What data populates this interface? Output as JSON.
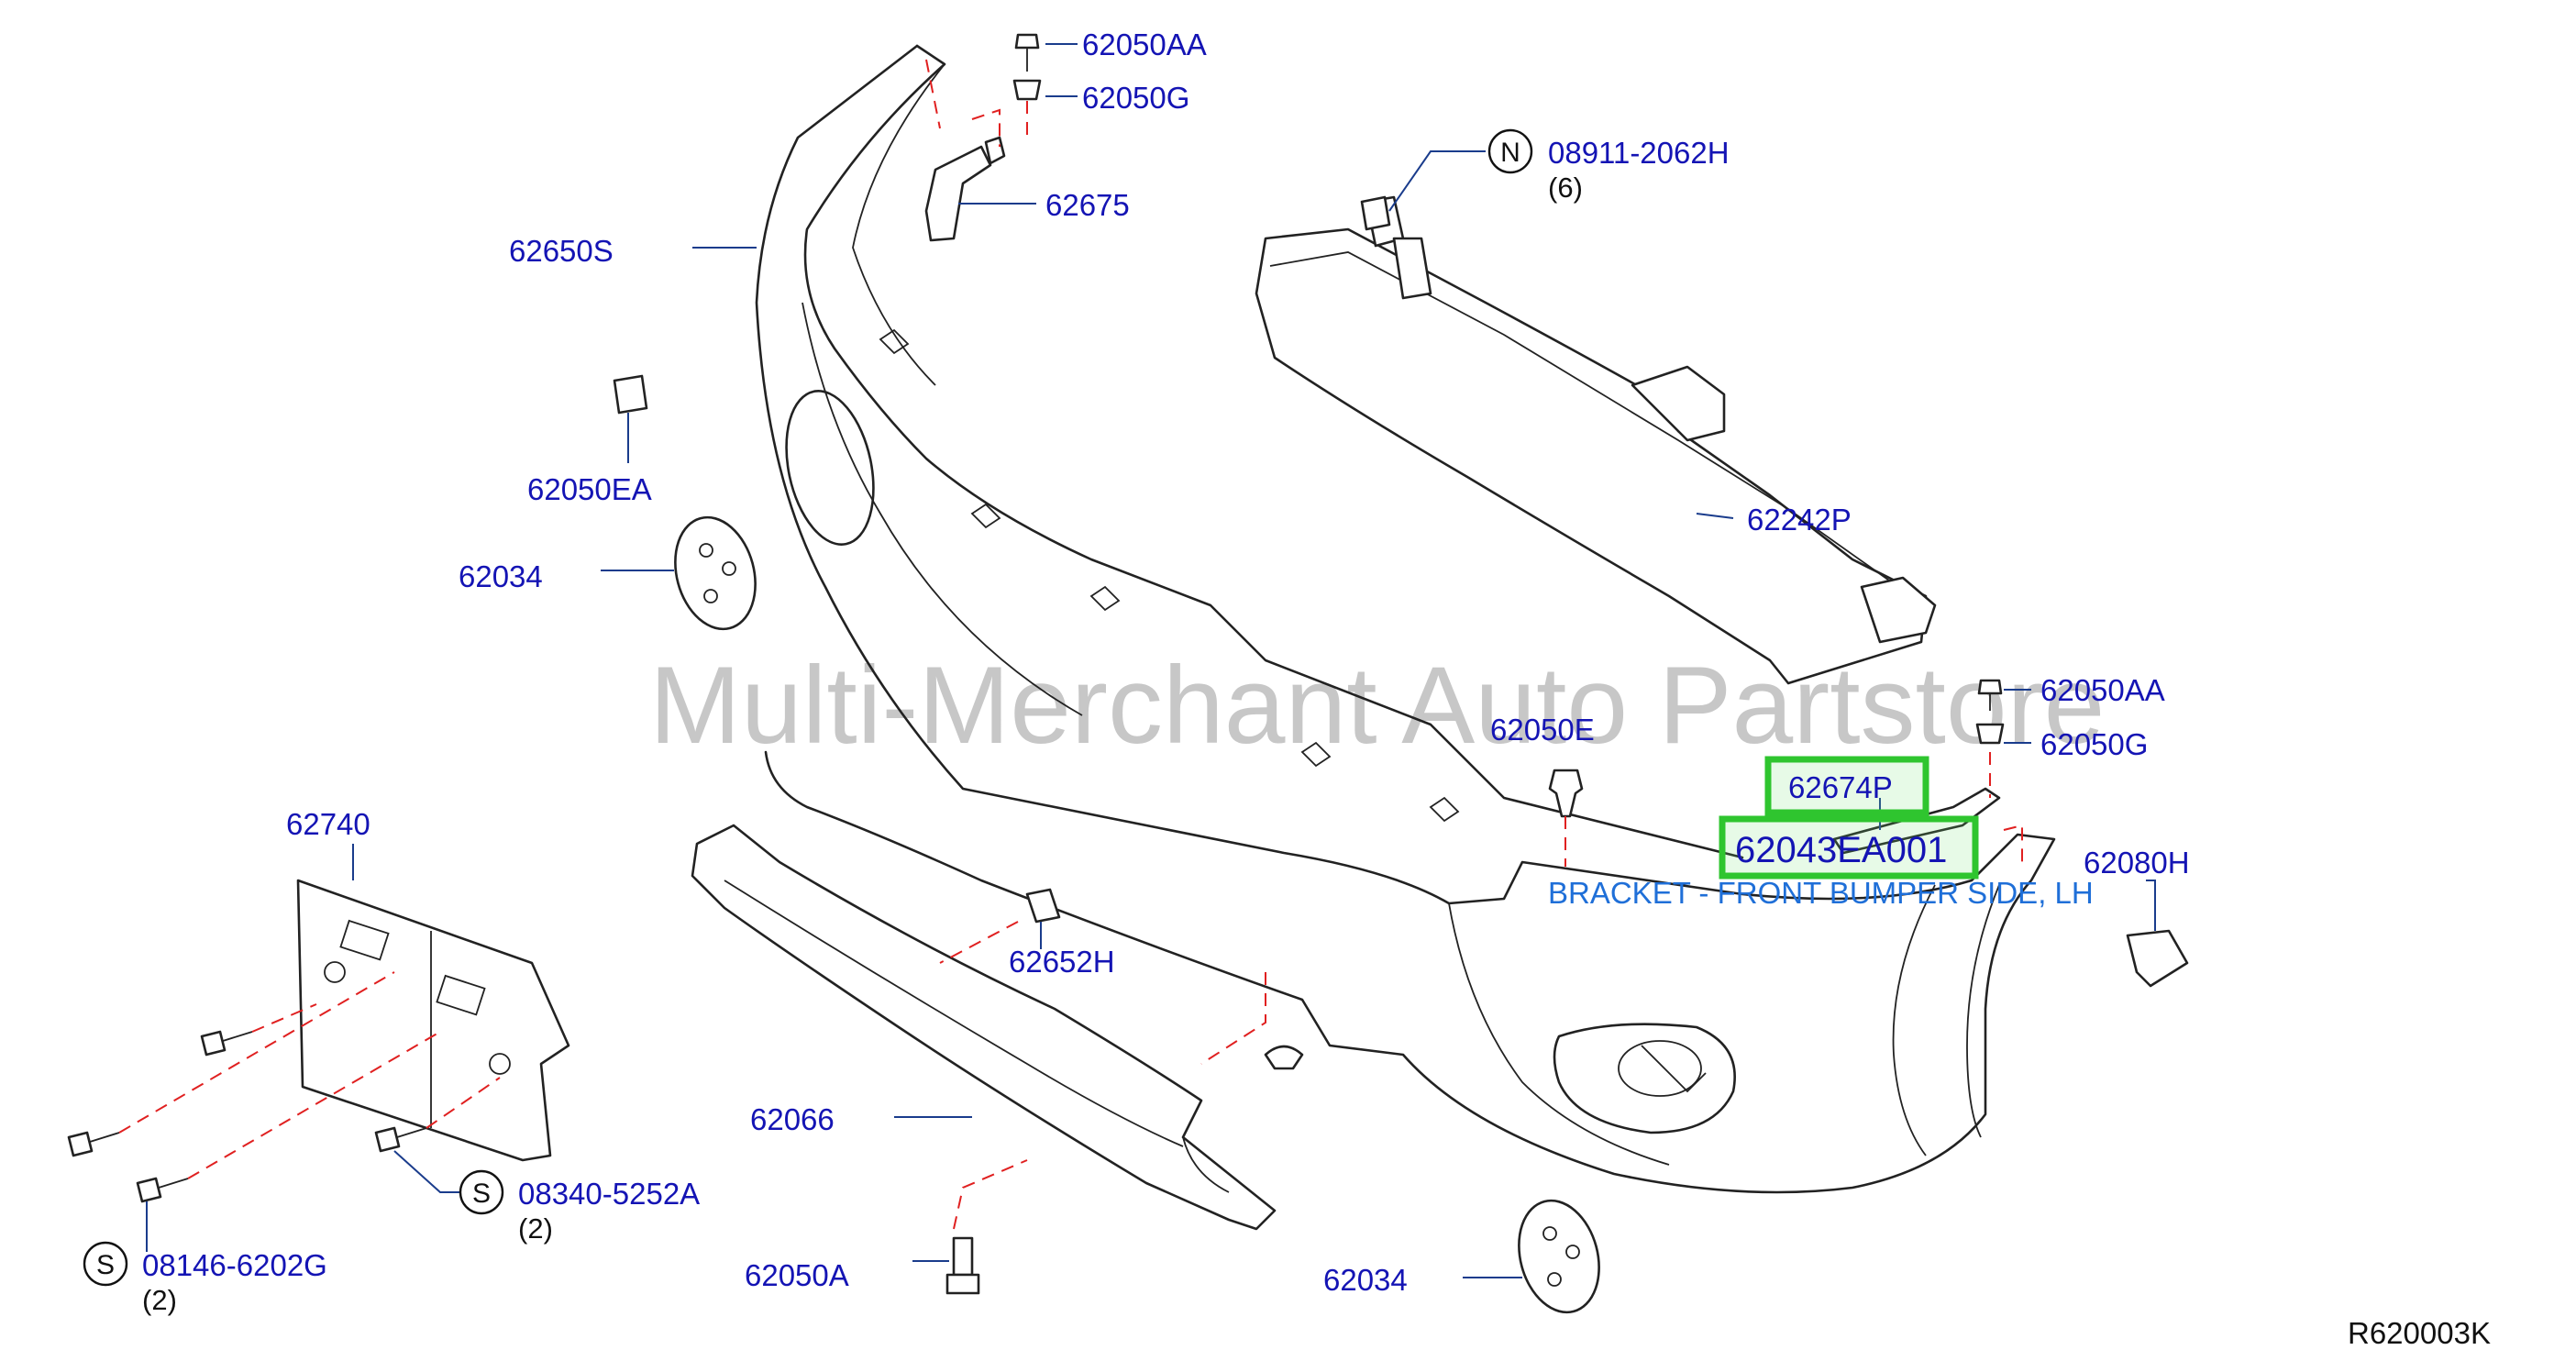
{
  "watermark": "Multi-Merchant Auto Partstore",
  "diagram_ref": "R620003K",
  "highlight_description": "BRACKET - FRONT BUMPER SIDE, LH",
  "symbols": {
    "n": "N",
    "s": "S"
  },
  "labels": {
    "p62050AA_top": "62050AA",
    "p62050G_top": "62050G",
    "p08911_2062H": "08911-2062H",
    "q6": "(6)",
    "p62675": "62675",
    "p62650S": "62650S",
    "p62050EA": "62050EA",
    "p62034_left": "62034",
    "p62242P": "62242P",
    "p62050AA_right": "62050AA",
    "p62050G_right": "62050G",
    "p62050E": "62050E",
    "p62674P": "62674P",
    "p62043EA001": "62043EA001",
    "p62080H": "62080H",
    "p62740": "62740",
    "p62652H": "62652H",
    "p62066": "62066",
    "p08340_5252A": "08340-5252A",
    "q2_right": "(2)",
    "p08146_6202G": "08146-6202G",
    "q2_left": "(2)",
    "p62050A": "62050A",
    "p62034_bottom": "62034"
  }
}
